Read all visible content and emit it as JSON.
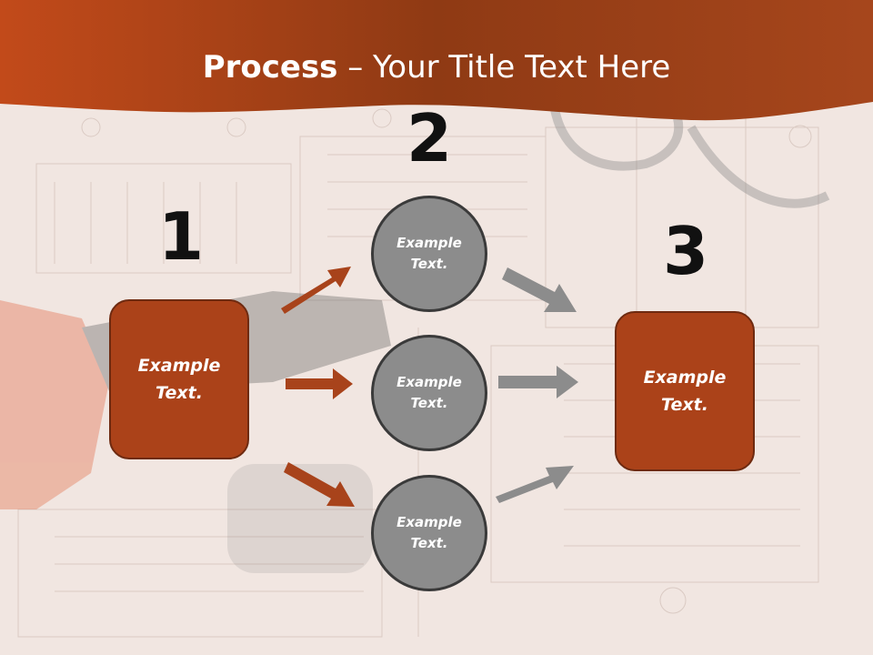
{
  "title": {
    "bold": "Process",
    "rest": " – Your Title Text Here"
  },
  "colors": {
    "header": "#a6461c",
    "box_fill": "#ab4219",
    "box_border": "#6e2a10",
    "circle_fill": "#8c8c8c",
    "circle_border": "#3a3a3a",
    "arrow_orange": "#a8431b",
    "arrow_gray": "#8c8c8c",
    "background": "#f1e6e1"
  },
  "steps": [
    {
      "number": "1",
      "label": "Example Text."
    },
    {
      "number": "2",
      "labels": [
        "Example Text.",
        "Example Text.",
        "Example Text."
      ]
    },
    {
      "number": "3",
      "label": "Example Text."
    }
  ]
}
